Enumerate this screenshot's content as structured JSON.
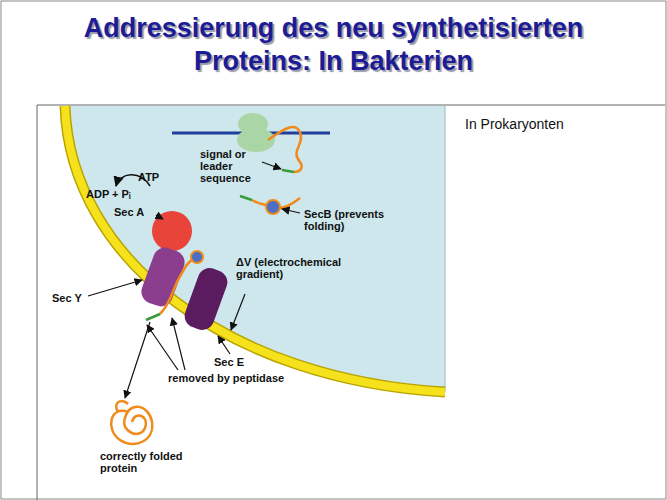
{
  "diagram": {
    "title": "Addressierung des neu synthetisierten Proteins: In Bakterien",
    "labels": [
      "In Prokaryonten",
      "signal or leader sequence",
      "SecB (prevents folding)",
      "ATP",
      "ADP + Pᵢ",
      "Sec A",
      "ΔV (electrochemical gradient)",
      "Sec Y",
      "Sec E",
      "removed by peptidase",
      "correctly folded protein"
    ]
  }
}
